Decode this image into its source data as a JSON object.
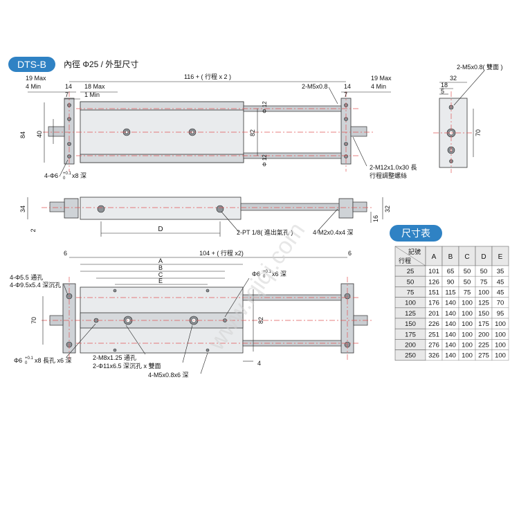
{
  "header": {
    "model_badge": "DTS-B",
    "subtitle": "內徑  Φ25 / 外型尺寸",
    "badge_color": "#2f82c4"
  },
  "top_view": {
    "left_max": "19 Max",
    "left_min": "4 Min",
    "d14_left": "14",
    "d7_left": "7",
    "d18max": "18 Max",
    "d1min": "1 Min",
    "overall": "116 + ( 行程 x 2 )",
    "m5": "2-M5x0.8",
    "d14_right": "14",
    "d7_right": "7",
    "right_max": "19 Max",
    "right_min": "4 Min",
    "h84": "84",
    "h40": "40",
    "h82": "82",
    "phi12_top": "Φ 12",
    "phi12_bot": "Φ 12",
    "holes_note": "4-Φ6",
    "holes_tol": "+0.1",
    "holes_tol0": "0",
    "holes_depth": "x8 深",
    "screw_note": "2-M12x1.0x30 長",
    "screw_note2": "行程調整螺絲"
  },
  "side_panel": {
    "m5_both": "2-M5x0.8( 雙面 )",
    "w32": "32",
    "w18": "18",
    "w5": "5",
    "h70": "70"
  },
  "front_view": {
    "h34": "34",
    "h2": "2",
    "d_label": "D",
    "pt_note": "2-PT 1/8( 進出氣孔 )",
    "m2_note": "4-M2x0.4x4 深",
    "h16": "16",
    "h32": "32"
  },
  "bottom_view": {
    "left6": "6",
    "overall": "104 + ( 行程 x2)",
    "right6": "6",
    "a": "A",
    "b": "B",
    "c": "C",
    "e": "E",
    "phi55": "4-Φ5.5 通孔",
    "phi95": "4-Φ9.5x5.4 深沉孔",
    "phi6_top": "Φ6",
    "phi6_top_tol": "+0.1",
    "phi6_top_tol0": "0",
    "phi6_top_depth": "x6 深",
    "h70": "70",
    "h82": "82",
    "phi6_slot": "Φ6",
    "phi6_slot_tol": "+0.1",
    "phi6_slot_tol0": "0",
    "phi6_slot_depth": "x8 長孔 x6 深",
    "m8": "2-M8x1.25 通孔",
    "phi11": "2-Φ11x6.5 深沉孔 x 雙面",
    "m5x6": "4-M5x0.8x6 深",
    "d4": "4"
  },
  "table": {
    "title": "尺寸表",
    "corner_top": "記號",
    "corner_bottom": "行程",
    "headers": [
      "A",
      "B",
      "C",
      "D",
      "E"
    ],
    "rows": [
      [
        "25",
        "101",
        "65",
        "50",
        "50",
        "35"
      ],
      [
        "50",
        "126",
        "90",
        "50",
        "75",
        "45"
      ],
      [
        "75",
        "151",
        "115",
        "75",
        "100",
        "45"
      ],
      [
        "100",
        "176",
        "140",
        "100",
        "125",
        "70"
      ],
      [
        "125",
        "201",
        "140",
        "100",
        "150",
        "95"
      ],
      [
        "150",
        "226",
        "140",
        "100",
        "175",
        "100"
      ],
      [
        "175",
        "251",
        "140",
        "100",
        "200",
        "100"
      ],
      [
        "200",
        "276",
        "140",
        "100",
        "225",
        "100"
      ],
      [
        "250",
        "326",
        "140",
        "100",
        "275",
        "100"
      ]
    ]
  },
  "watermark": "www.iqiqi.com"
}
